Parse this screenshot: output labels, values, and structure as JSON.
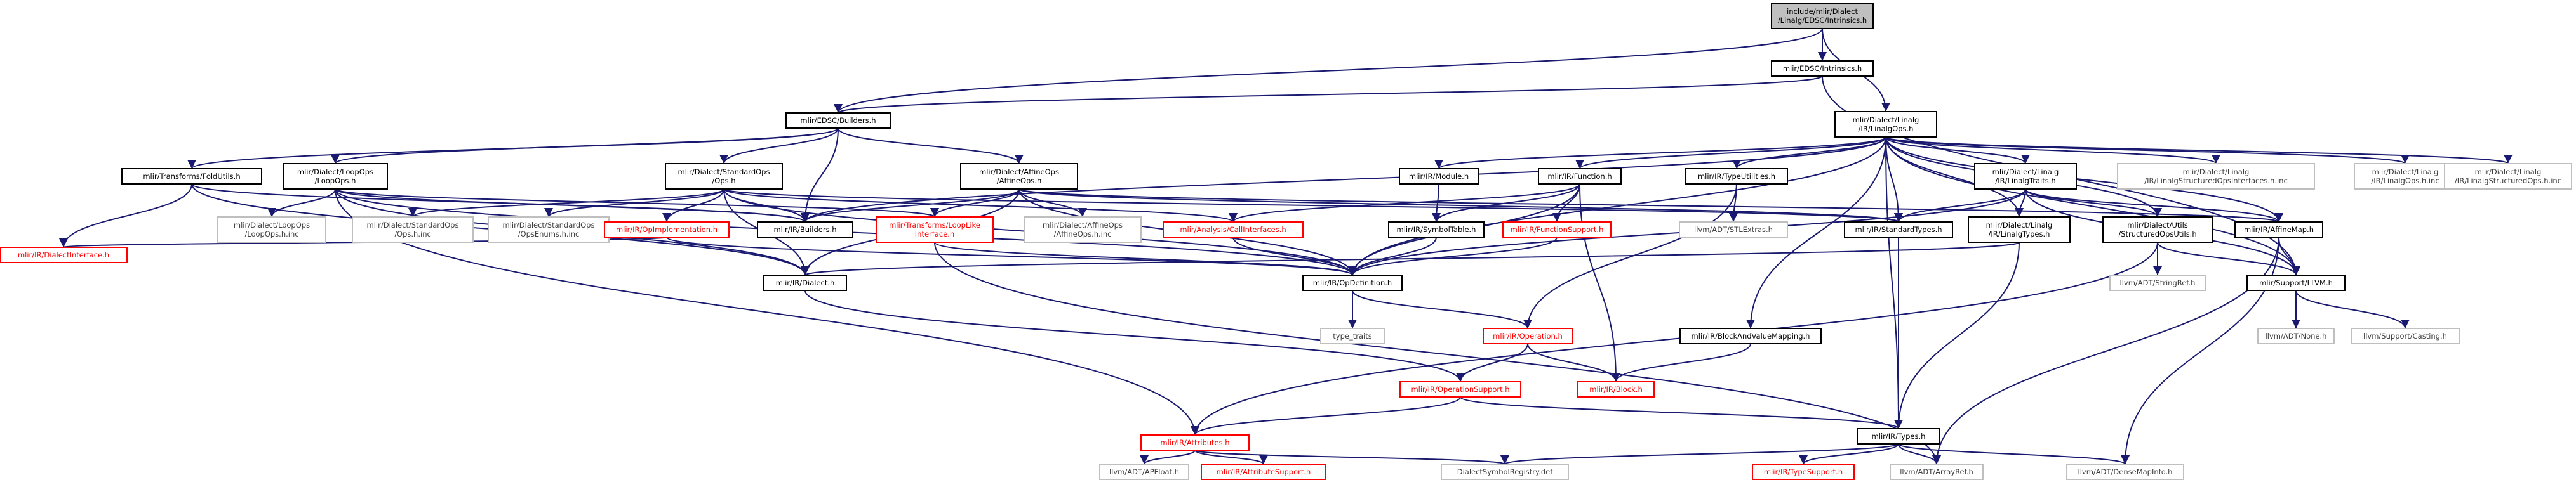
{
  "colors": {
    "edge": "#191970",
    "root_fill": "#bfbfbf",
    "border": "#000000",
    "missing_border": "#ff0000",
    "external_border": "#bfbfbf"
  },
  "nodes": [
    {
      "id": "root",
      "kind": "root",
      "lines": [
        "include/mlir/Dialect",
        "/Linalg/EDSC/Intrinsics.h"
      ]
    },
    {
      "id": "edsc_intrinsics",
      "kind": "std",
      "lines": [
        "mlir/EDSC/Intrinsics.h"
      ]
    },
    {
      "id": "linalg_ops",
      "kind": "std",
      "lines": [
        "mlir/Dialect/Linalg",
        "/IR/LinalgOps.h"
      ]
    },
    {
      "id": "edsc_builders",
      "kind": "std",
      "lines": [
        "mlir/EDSC/Builders.h"
      ]
    },
    {
      "id": "fold_utils",
      "kind": "std",
      "lines": [
        "mlir/Transforms/FoldUtils.h"
      ]
    },
    {
      "id": "loop_ops",
      "kind": "std",
      "lines": [
        "mlir/Dialect/LoopOps",
        "/LoopOps.h"
      ]
    },
    {
      "id": "standard_ops",
      "kind": "std",
      "lines": [
        "mlir/Dialect/StandardOps",
        "/Ops.h"
      ]
    },
    {
      "id": "affine_ops",
      "kind": "std",
      "lines": [
        "mlir/Dialect/AffineOps",
        "/AffineOps.h"
      ]
    },
    {
      "id": "ir_module",
      "kind": "std",
      "lines": [
        "mlir/IR/Module.h"
      ]
    },
    {
      "id": "ir_function",
      "kind": "std",
      "lines": [
        "mlir/IR/Function.h"
      ]
    },
    {
      "id": "ir_type_utilities",
      "kind": "std",
      "lines": [
        "mlir/IR/TypeUtilities.h"
      ]
    },
    {
      "id": "linalg_traits",
      "kind": "std",
      "lines": [
        "mlir/Dialect/Linalg",
        "/IR/LinalgTraits.h"
      ]
    },
    {
      "id": "linalg_structured_interfaces_inc",
      "kind": "plain",
      "lines": [
        "mlir/Dialect/Linalg",
        "/IR/LinalgStructuredOpsInterfaces.h.inc"
      ]
    },
    {
      "id": "linalg_ops_inc",
      "kind": "plain",
      "lines": [
        "mlir/Dialect/Linalg",
        "/IR/LinalgOps.h.inc"
      ]
    },
    {
      "id": "linalg_structured_ops_inc",
      "kind": "plain",
      "lines": [
        "mlir/Dialect/Linalg",
        "/IR/LinalgStructuredOps.h.inc"
      ]
    },
    {
      "id": "dialect_interface",
      "kind": "red",
      "lines": [
        "mlir/IR/DialectInterface.h"
      ]
    },
    {
      "id": "loopops_h_inc",
      "kind": "plain",
      "lines": [
        "mlir/Dialect/LoopOps",
        "/LoopOps.h.inc"
      ]
    },
    {
      "id": "ir_builders",
      "kind": "std",
      "lines": [
        "mlir/IR/Builders.h"
      ]
    },
    {
      "id": "standard_ops_h_inc",
      "kind": "plain",
      "lines": [
        "mlir/Dialect/StandardOps",
        "/Ops.h.inc"
      ]
    },
    {
      "id": "standard_ops_enums_inc",
      "kind": "plain",
      "lines": [
        "mlir/Dialect/StandardOps",
        "/OpsEnums.h.inc"
      ]
    },
    {
      "id": "op_implementation",
      "kind": "red",
      "lines": [
        "mlir/IR/OpImplementation.h"
      ]
    },
    {
      "id": "loop_like_interface",
      "kind": "red",
      "lines": [
        "mlir/Transforms/LoopLike",
        "Interface.h"
      ]
    },
    {
      "id": "affine_ops_inc",
      "kind": "plain",
      "lines": [
        "mlir/Dialect/AffineOps",
        "/AffineOps.h.inc"
      ]
    },
    {
      "id": "call_interfaces",
      "kind": "red",
      "lines": [
        "mlir/Analysis/CallInterfaces.h"
      ]
    },
    {
      "id": "symbol_table",
      "kind": "std",
      "lines": [
        "mlir/IR/SymbolTable.h"
      ]
    },
    {
      "id": "function_support",
      "kind": "red",
      "lines": [
        "mlir/IR/FunctionSupport.h"
      ]
    },
    {
      "id": "stl_extras",
      "kind": "plain",
      "lines": [
        "llvm/ADT/STLExtras.h"
      ]
    },
    {
      "id": "standard_types",
      "kind": "std",
      "lines": [
        "mlir/IR/StandardTypes.h"
      ]
    },
    {
      "id": "linalg_types",
      "kind": "std",
      "lines": [
        "mlir/Dialect/Linalg",
        "/IR/LinalgTypes.h"
      ]
    },
    {
      "id": "structured_ops_utils",
      "kind": "std",
      "lines": [
        "mlir/Dialect/Utils",
        "/StructuredOpsUtils.h"
      ]
    },
    {
      "id": "affine_map",
      "kind": "std",
      "lines": [
        "mlir/IR/AffineMap.h"
      ]
    },
    {
      "id": "ir_dialect",
      "kind": "std",
      "lines": [
        "mlir/IR/Dialect.h"
      ]
    },
    {
      "id": "op_definition",
      "kind": "std",
      "lines": [
        "mlir/IR/OpDefinition.h"
      ]
    },
    {
      "id": "string_ref",
      "kind": "plain",
      "lines": [
        "llvm/ADT/StringRef.h"
      ]
    },
    {
      "id": "support_llvm",
      "kind": "std",
      "lines": [
        "mlir/Support/LLVM.h"
      ]
    },
    {
      "id": "type_traits",
      "kind": "plain",
      "lines": [
        "type_traits"
      ]
    },
    {
      "id": "ir_operation",
      "kind": "red",
      "lines": [
        "mlir/IR/Operation.h"
      ]
    },
    {
      "id": "block_value_mapping",
      "kind": "std",
      "lines": [
        "mlir/IR/BlockAndValueMapping.h"
      ]
    },
    {
      "id": "adt_none",
      "kind": "plain",
      "lines": [
        "llvm/ADT/None.h"
      ]
    },
    {
      "id": "support_casting",
      "kind": "plain",
      "lines": [
        "llvm/Support/Casting.h"
      ]
    },
    {
      "id": "operation_support",
      "kind": "red",
      "lines": [
        "mlir/IR/OperationSupport.h"
      ]
    },
    {
      "id": "ir_block",
      "kind": "red",
      "lines": [
        "mlir/IR/Block.h"
      ]
    },
    {
      "id": "ir_attributes",
      "kind": "red",
      "lines": [
        "mlir/IR/Attributes.h"
      ]
    },
    {
      "id": "ir_types",
      "kind": "std",
      "lines": [
        "mlir/IR/Types.h"
      ]
    },
    {
      "id": "apfloat",
      "kind": "plain",
      "lines": [
        "llvm/ADT/APFloat.h"
      ]
    },
    {
      "id": "attribute_support",
      "kind": "red",
      "lines": [
        "mlir/IR/AttributeSupport.h"
      ]
    },
    {
      "id": "dialect_symbol_registry",
      "kind": "plain",
      "lines": [
        "DialectSymbolRegistry.def"
      ]
    },
    {
      "id": "type_support",
      "kind": "red",
      "lines": [
        "mlir/IR/TypeSupport.h"
      ]
    },
    {
      "id": "array_ref",
      "kind": "plain",
      "lines": [
        "llvm/ADT/ArrayRef.h"
      ]
    },
    {
      "id": "dense_map_info",
      "kind": "plain",
      "lines": [
        "llvm/ADT/DenseMapInfo.h"
      ]
    }
  ],
  "edges": [
    [
      "root",
      "edsc_intrinsics"
    ],
    [
      "root",
      "linalg_ops"
    ],
    [
      "root",
      "edsc_builders"
    ],
    [
      "edsc_intrinsics",
      "edsc_builders"
    ],
    [
      "edsc_intrinsics",
      "support_llvm"
    ],
    [
      "edsc_builders",
      "fold_utils"
    ],
    [
      "edsc_builders",
      "loop_ops"
    ],
    [
      "edsc_builders",
      "standard_ops"
    ],
    [
      "edsc_builders",
      "affine_ops"
    ],
    [
      "edsc_builders",
      "ir_builders"
    ],
    [
      "linalg_ops",
      "ir_builders"
    ],
    [
      "linalg_ops",
      "ir_module"
    ],
    [
      "linalg_ops",
      "ir_function"
    ],
    [
      "linalg_ops",
      "ir_type_utilities"
    ],
    [
      "linalg_ops",
      "linalg_traits"
    ],
    [
      "linalg_ops",
      "linalg_structured_interfaces_inc"
    ],
    [
      "linalg_ops",
      "linalg_ops_inc"
    ],
    [
      "linalg_ops",
      "linalg_structured_ops_inc"
    ],
    [
      "linalg_ops",
      "standard_types"
    ],
    [
      "linalg_ops",
      "linalg_types"
    ],
    [
      "linalg_ops",
      "structured_ops_utils"
    ],
    [
      "linalg_ops",
      "affine_map"
    ],
    [
      "linalg_ops",
      "support_llvm"
    ],
    [
      "linalg_ops",
      "op_definition"
    ],
    [
      "linalg_ops",
      "block_value_mapping"
    ],
    [
      "linalg_ops",
      "ir_types"
    ],
    [
      "fold_utils",
      "dialect_interface"
    ],
    [
      "fold_utils",
      "ir_builders"
    ],
    [
      "fold_utils",
      "ir_dialect"
    ],
    [
      "loop_ops",
      "loopops_h_inc"
    ],
    [
      "loop_ops",
      "ir_builders"
    ],
    [
      "loop_ops",
      "op_definition"
    ],
    [
      "loop_ops",
      "loop_like_interface"
    ],
    [
      "loop_ops",
      "ir_dialect"
    ],
    [
      "loop_ops",
      "ir_attributes"
    ],
    [
      "standard_ops",
      "standard_ops_h_inc"
    ],
    [
      "standard_ops",
      "standard_ops_enums_inc"
    ],
    [
      "standard_ops",
      "op_implementation"
    ],
    [
      "standard_ops",
      "ir_builders"
    ],
    [
      "standard_ops",
      "ir_dialect"
    ],
    [
      "standard_ops",
      "op_definition"
    ],
    [
      "standard_ops",
      "standard_types"
    ],
    [
      "standard_ops",
      "call_interfaces"
    ],
    [
      "affine_ops",
      "affine_ops_inc"
    ],
    [
      "affine_ops",
      "loop_like_interface"
    ],
    [
      "affine_ops",
      "ir_builders"
    ],
    [
      "affine_ops",
      "ir_dialect"
    ],
    [
      "affine_ops",
      "op_definition"
    ],
    [
      "affine_ops",
      "affine_map"
    ],
    [
      "affine_ops",
      "standard_types"
    ],
    [
      "ir_module",
      "symbol_table"
    ],
    [
      "ir_function",
      "call_interfaces"
    ],
    [
      "ir_function",
      "symbol_table"
    ],
    [
      "ir_function",
      "function_support"
    ],
    [
      "ir_function",
      "op_definition"
    ],
    [
      "ir_function",
      "ir_block"
    ],
    [
      "ir_type_utilities",
      "stl_extras"
    ],
    [
      "ir_type_utilities",
      "ir_operation"
    ],
    [
      "linalg_traits",
      "standard_types"
    ],
    [
      "linalg_traits",
      "linalg_types"
    ],
    [
      "linalg_traits",
      "structured_ops_utils"
    ],
    [
      "linalg_traits",
      "affine_map"
    ],
    [
      "linalg_traits",
      "support_llvm"
    ],
    [
      "linalg_traits",
      "op_definition"
    ],
    [
      "op_implementation",
      "dialect_interface"
    ],
    [
      "op_implementation",
      "op_definition"
    ],
    [
      "loop_like_interface",
      "op_definition"
    ],
    [
      "loop_like_interface",
      "array_ref"
    ],
    [
      "call_interfaces",
      "op_definition"
    ],
    [
      "symbol_table",
      "op_definition"
    ],
    [
      "function_support",
      "op_definition"
    ],
    [
      "standard_types",
      "ir_types"
    ],
    [
      "linalg_types",
      "ir_dialect"
    ],
    [
      "linalg_types",
      "ir_types"
    ],
    [
      "structured_ops_utils",
      "string_ref"
    ],
    [
      "structured_ops_utils",
      "support_llvm"
    ],
    [
      "structured_ops_utils",
      "ir_attributes"
    ],
    [
      "affine_map",
      "support_llvm"
    ],
    [
      "affine_map",
      "array_ref"
    ],
    [
      "affine_map",
      "dense_map_info"
    ],
    [
      "ir_dialect",
      "operation_support"
    ],
    [
      "op_definition",
      "type_traits"
    ],
    [
      "op_definition",
      "ir_operation"
    ],
    [
      "support_llvm",
      "adt_none"
    ],
    [
      "support_llvm",
      "support_casting"
    ],
    [
      "ir_operation",
      "ir_block"
    ],
    [
      "ir_operation",
      "operation_support"
    ],
    [
      "block_value_mapping",
      "ir_block"
    ],
    [
      "operation_support",
      "ir_attributes"
    ],
    [
      "operation_support",
      "ir_types"
    ],
    [
      "ir_attributes",
      "apfloat"
    ],
    [
      "ir_attributes",
      "attribute_support"
    ],
    [
      "ir_attributes",
      "dialect_symbol_registry"
    ],
    [
      "ir_types",
      "dialect_symbol_registry"
    ],
    [
      "ir_types",
      "type_support"
    ],
    [
      "ir_types",
      "array_ref"
    ],
    [
      "ir_types",
      "dense_map_info"
    ]
  ]
}
